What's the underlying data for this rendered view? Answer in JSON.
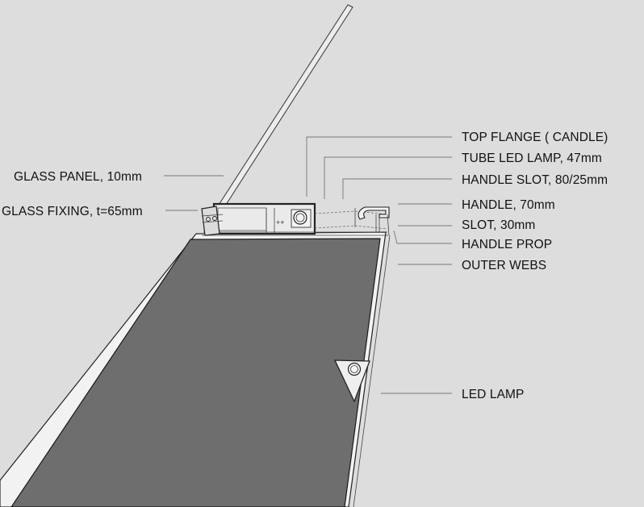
{
  "labels": {
    "glass_panel": "GLASS PANEL, 10mm",
    "glass_fixing": "GLASS FIXING, t=65mm",
    "top_flange": "TOP FLANGE ( CANDLE)",
    "tube_led_lamp": "TUBE LED LAMP, 47mm",
    "handle_slot": "HANDLE SLOT, 80/25mm",
    "handle": "HANDLE, 70mm",
    "slot": "SLOT, 30mm",
    "handle_prop": "HANDLE PROP",
    "outer_webs": "OUTER WEBS",
    "led_lamp": "LED LAMP",
    "fixing_mark": "++"
  },
  "colors": {
    "background": "#dddddd",
    "panel_fill": "#6e6e6e",
    "panel_frame": "#f2f2f2",
    "outline": "#222222",
    "text": "#111111"
  }
}
